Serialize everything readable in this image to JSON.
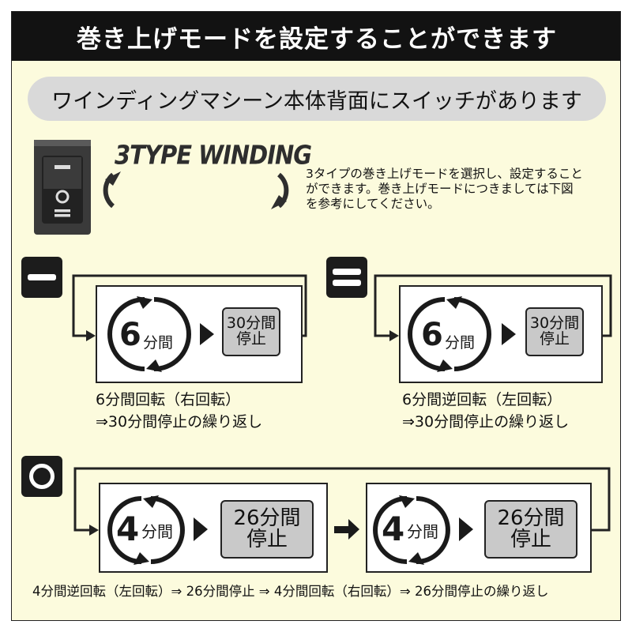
{
  "header": {
    "title": "巻き上げモードを設定することができます",
    "subtitle": "ワインディングマシーン本体背面にスイッチがあります"
  },
  "winding": {
    "badge": "3TYPE WINDING",
    "description_lines": [
      "3タイプの巻き上げモードを選択し、設定すること",
      "ができます。巻き上げモードにつきましては下図",
      "を参考にしてください。"
    ]
  },
  "modes": {
    "one_line": {
      "run_number": "6",
      "run_unit": "分間",
      "stop_line1": "30分間",
      "stop_line2": "停止",
      "caption_line1": "6分間回転（右回転）",
      "caption_line2": "⇒30分間停止の繰り返し"
    },
    "two_lines": {
      "run_number": "6",
      "run_unit": "分間",
      "stop_line1": "30分間",
      "stop_line2": "停止",
      "caption_line1": "6分間逆回転（左回転）",
      "caption_line2": "⇒30分間停止の繰り返し"
    },
    "circle": {
      "step1_number": "4",
      "step1_unit": "分間",
      "step1_stop_line1": "26分間",
      "step1_stop_line2": "停止",
      "step2_number": "4",
      "step2_unit": "分間",
      "step2_stop_line1": "26分間",
      "step2_stop_line2": "停止",
      "caption": "4分間逆回転（左回転）⇒ 26分間停止 ⇒ 4分間回転（右回転）⇒ 26分間停止の繰り返し"
    }
  },
  "icons": {
    "switch": "rocker-switch-icon",
    "mode_one_line": "single-bar-icon",
    "mode_two_lines": "double-bar-icon",
    "mode_circle": "circle-icon",
    "rotate": "rotation-arrows-icon",
    "play": "play-triangle-icon",
    "next": "right-arrow-icon",
    "loop": "loop-connector-icon"
  },
  "colors": {
    "background": "#fcfbdd",
    "header_bg": "#121212",
    "pill_bg": "#d9d9d9",
    "stop_box_bg": "#c9c9c9"
  }
}
